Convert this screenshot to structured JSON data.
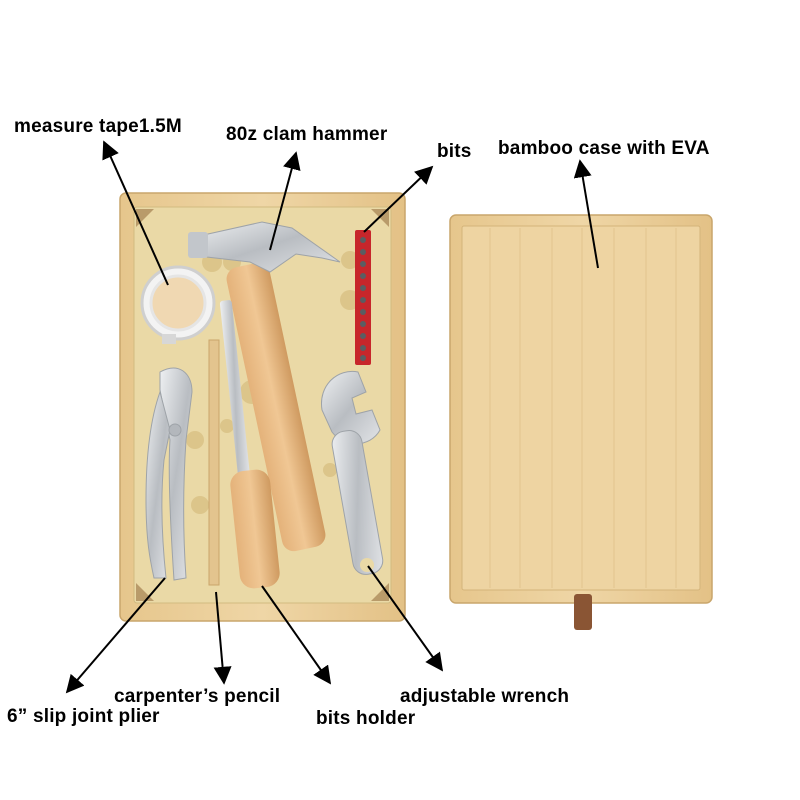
{
  "labels": {
    "measure_tape": "measure tape1.5M",
    "clam_hammer": "80z clam hammer",
    "bits": "bits",
    "bamboo_case": "bamboo case with EVA",
    "slip_joint_plier": "6” slip joint plier",
    "carpenters_pencil": "carpenter’s pencil",
    "bits_holder": "bits holder",
    "adjustable_wrench": "adjustable wrench"
  },
  "colors": {
    "bamboo": "#e8cc96",
    "bamboo_dark": "#d6b57a",
    "eva_foam": "#e9d9a8",
    "hole_shadow": "#d8c489",
    "steel": "#c9ccd0",
    "wood_handle": "#d9a46a",
    "bit_holder_red": "#c7262b",
    "pull_tab": "#8a5534",
    "arrow": "#000000"
  }
}
